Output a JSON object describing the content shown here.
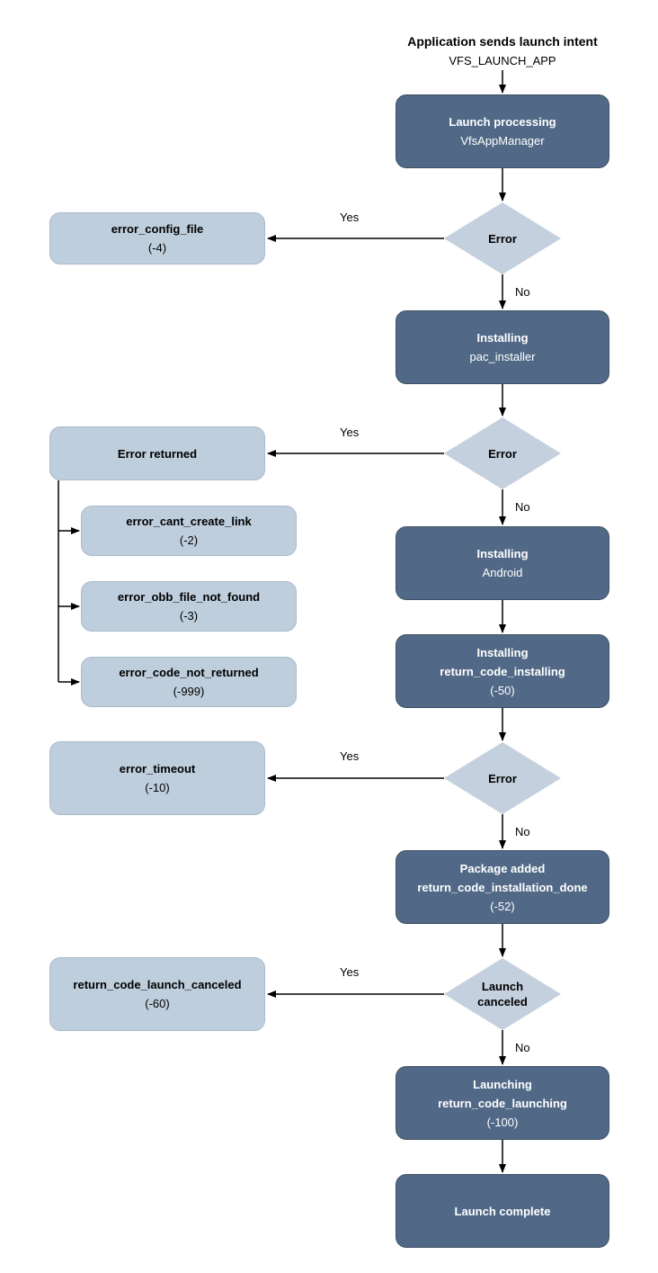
{
  "start": {
    "line1": "Application sends launch intent",
    "line2": "VFS_LAUNCH_APP"
  },
  "process": {
    "launch_processing": {
      "title": "Launch processing",
      "subtitle": "VfsAppManager"
    },
    "installing_pac": {
      "title": "Installing",
      "subtitle": "pac_installer"
    },
    "installing_android": {
      "title": "Installing",
      "subtitle": "Android"
    },
    "installing_return": {
      "title": "Installing",
      "subtitle": "return_code_installing",
      "code": "(-50)"
    },
    "package_added": {
      "title": "Package added",
      "subtitle": "return_code_installation_done",
      "code": "(-52)"
    },
    "launching": {
      "title": "Launching",
      "subtitle": "return_code_launching",
      "code": "(-100)"
    },
    "launch_complete": {
      "title": "Launch complete"
    }
  },
  "decisions": {
    "error1": {
      "label": "Error"
    },
    "error2": {
      "label": "Error"
    },
    "error3": {
      "label": "Error"
    },
    "launch_canceled": {
      "line1": "Launch",
      "line2": "canceled"
    }
  },
  "errors": {
    "config_file": {
      "title": "error_config_file",
      "code": "(-4)"
    },
    "error_returned": {
      "title": "Error returned"
    },
    "cant_create_link": {
      "title": "error_cant_create_link",
      "code": "(-2)"
    },
    "obb_file_not_found": {
      "title": "error_obb_file_not_found",
      "code": "(-3)"
    },
    "code_not_returned": {
      "title": "error_code_not_returned",
      "code": "(-999)"
    },
    "timeout": {
      "title": "error_timeout",
      "code": "(-10)"
    },
    "launch_canceled": {
      "title": "return_code_launch_canceled",
      "code": "(-60)"
    }
  },
  "edge_labels": {
    "yes": "Yes",
    "no": "No"
  },
  "colors": {
    "process_fill": "#516987",
    "process_border": "#3e5065",
    "error_fill": "#bfcedd",
    "error_border": "#a9bbcb",
    "decision_fill": "#c4d0de",
    "text_on_dark": "#ffffff",
    "text_on_light": "#000000",
    "arrow": "#000000"
  }
}
